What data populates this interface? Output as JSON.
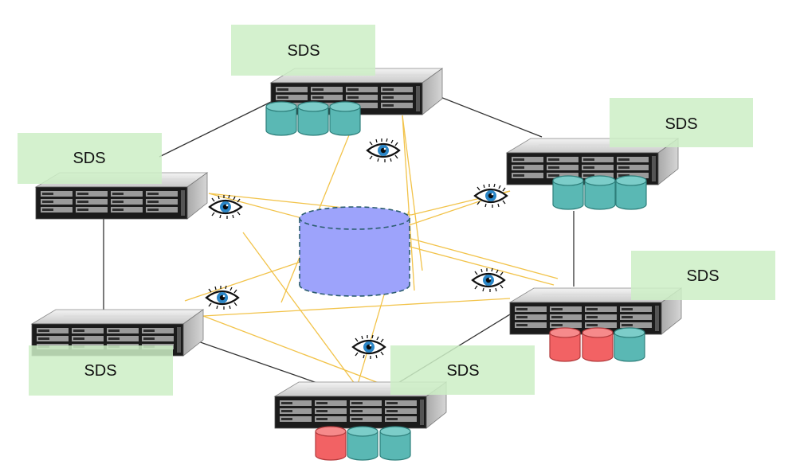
{
  "labels": {
    "node_top": "SDS",
    "node_left_upper": "SDS",
    "node_right_upper": "SDS",
    "node_right_lower": "SDS",
    "node_left_lower": "SDS",
    "node_bottom": "SDS"
  },
  "colors": {
    "label_box": "#ccefc6",
    "disk_teal": "#5ab8b4",
    "disk_red": "#f26264",
    "central_store": "#9da3fb",
    "mesh_line": "#f2c34a",
    "ring_line": "#333333"
  },
  "icons": {
    "disk": "cylinder-icon",
    "central_store": "cylinder-icon",
    "monitor": "eye-icon",
    "server": "rack-server-icon"
  },
  "disk_states": {
    "node_top": [
      "teal",
      "teal",
      "teal"
    ],
    "node_right_upper": [
      "teal",
      "teal",
      "teal"
    ],
    "node_right_lower": [
      "red",
      "red",
      "teal"
    ],
    "node_bottom": [
      "red",
      "teal",
      "teal"
    ]
  }
}
